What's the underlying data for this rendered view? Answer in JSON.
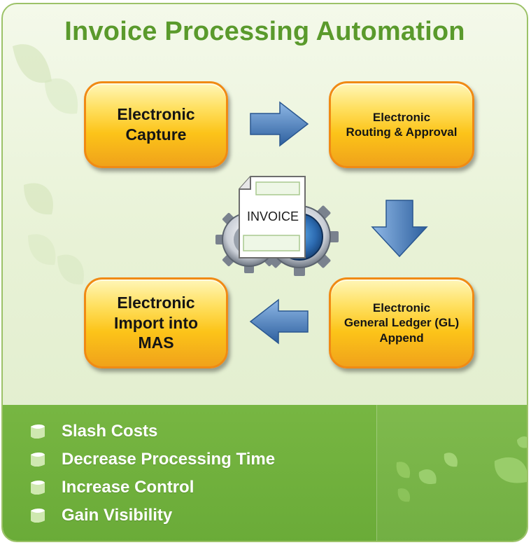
{
  "title": "Invoice Processing Automation",
  "steps": {
    "capture": "Electronic\nCapture",
    "routing": "Electronic\nRouting & Approval",
    "gl_append": "Electronic\nGeneral Ledger (GL)\nAppend",
    "import": "Electronic\nImport into\nMAS"
  },
  "center": {
    "document_label": "INVOICE"
  },
  "benefits": [
    "Slash Costs",
    "Decrease Processing Time",
    "Increase Control",
    "Gain Visibility"
  ],
  "colors": {
    "title": "#5a9a2c",
    "box_fill": "#fcc419",
    "box_border": "#f08a14",
    "arrow": "#3b75b5",
    "bottom_panel": "#6aab38"
  }
}
